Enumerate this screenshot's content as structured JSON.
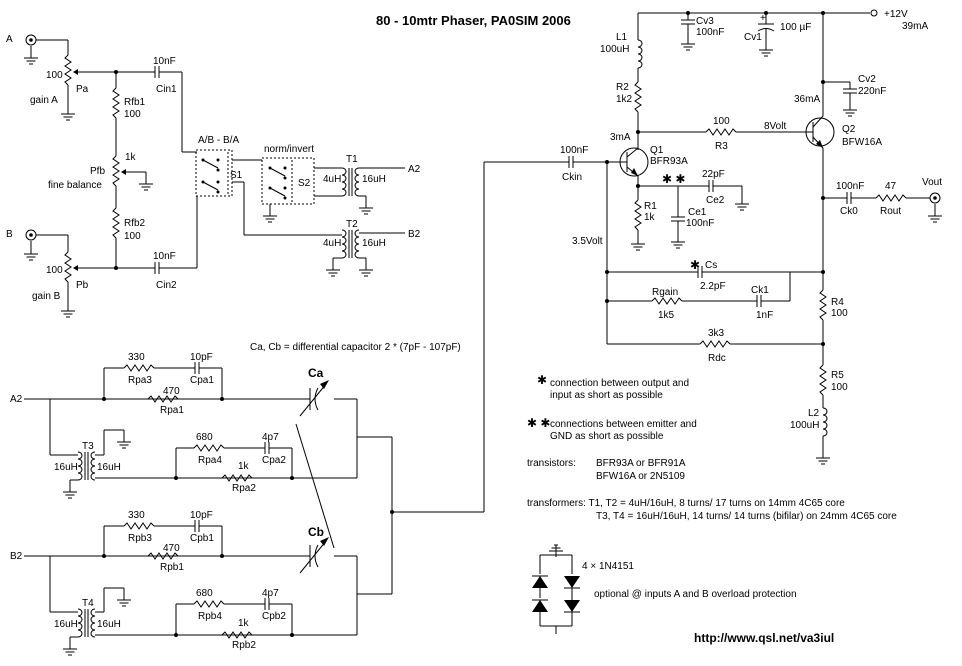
{
  "title": "80 - 10mtr Phaser,  PA0SIM  2006",
  "url": "http://www.qsl.net/va3iul",
  "supply": {
    "voltage": "+12V",
    "current": "39mA"
  },
  "input": {
    "A": "A",
    "B": "B",
    "Pa_value": "100",
    "Pa": "Pa",
    "gainA": "gain A",
    "Pb_value": "100",
    "Pb": "Pb",
    "gainB": "gain B",
    "Rfb1": "Rfb1",
    "Rfb1_value": "100",
    "Rfb2": "Rfb2",
    "Rfb2_value": "100",
    "Pfb": "Pfb",
    "Pfb_value": "1k",
    "fine_balance": "fine balance",
    "Cin1_value": "10nF",
    "Cin1": "Cin1",
    "Cin2_value": "10nF",
    "Cin2": "Cin2",
    "ab_switch": "A/B - B/A",
    "S1": "S1",
    "norm_invert": "norm/invert",
    "S2": "S2",
    "T1": "T1",
    "T2": "T2",
    "T1_pri": "4uH",
    "T1_sec": "16uH",
    "T2_pri": "4uH",
    "T2_sec": "16uH",
    "A2": "A2",
    "B2": "B2"
  },
  "amp": {
    "L1": "L1",
    "L1_value": "100uH",
    "Cv3": "Cv3",
    "Cv3_value": "100nF",
    "Cv1": "Cv1",
    "Cv1_value": "100 µF",
    "R2": "R2",
    "R2_value": "1k2",
    "I_Q1": "3mA",
    "R3_value": "100",
    "R3": "R3",
    "V_Q2": "8Volt",
    "Cv2": "Cv2",
    "Cv2_value": "220nF",
    "I_Q2": "36mA",
    "Q2": "Q2",
    "Q2_type": "BFW16A",
    "Q1": "Q1",
    "Q1_type": "BFR93A",
    "Ckin_value": "100nF",
    "Ckin": "Ckin",
    "Ce2_value": "22pF",
    "Ce2": "Ce2",
    "R1": "R1",
    "R1_value": "1k",
    "Ce1": "Ce1",
    "Ce1_value": "100nF",
    "V_Q1": "3.5Volt",
    "Ck0_value": "100nF",
    "Ck0": "Ck0",
    "Rout_value": "47",
    "Rout": "Rout",
    "Vout": "Vout",
    "Cs": "Cs",
    "Cs_value": "2.2pF",
    "Rgain": "Rgain",
    "Rgain_value": "1k5",
    "Ck1": "Ck1",
    "Ck1_value": "1nF",
    "R4": "R4",
    "R4_value": "100",
    "Rdc_value": "3k3",
    "Rdc": "Rdc",
    "R5": "R5",
    "R5_value": "100",
    "L2": "L2",
    "L2_value": "100uH"
  },
  "phase_net_a": {
    "A2": "A2",
    "Rpa3_value": "330",
    "Rpa3": "Rpa3",
    "Cpa1_value": "10pF",
    "Cpa1": "Cpa1",
    "Rpa1_value": "470",
    "Rpa1": "Rpa1",
    "Ca": "Ca",
    "T3": "T3",
    "T3_l": "16uH",
    "T3_r": "16uH",
    "Rpa4_value": "680",
    "Rpa4": "Rpa4",
    "Cpa2_value": "4p7",
    "Cpa2": "Cpa2",
    "Rpa2_value": "1k",
    "Rpa2": "Rpa2"
  },
  "phase_net_b": {
    "B2": "B2",
    "Rpb3_value": "330",
    "Rpb3": "Rpb3",
    "Cpb1_value": "10pF",
    "Cpb1": "Cpb1",
    "Rpb1_value": "470",
    "Rpb1": "Rpb1",
    "Cb": "Cb",
    "T4": "T4",
    "T4_l": "16uH",
    "T4_r": "16uH",
    "Rpb4_value": "680",
    "Rpb4": "Rpb4",
    "Cpb2_value": "4p7",
    "Cpb2": "Cpb2",
    "Rpb2_value": "1k",
    "Rpb2": "Rpb2"
  },
  "notes": {
    "diff_cap": "Ca, Cb = differential capacitor 2 * (7pF - 107pF)",
    "star1": "connection between output and",
    "star1b": "input as short as possible",
    "star2": "connections between emitter and",
    "star2b": "GND as short as possible",
    "trans_label": "transistors:",
    "trans1": "BFR93A  or  BFR91A",
    "trans2": "BFW16A or  2N5109",
    "xfmr1": "transformers:  T1, T2 = 4uH/16uH,  8 turns/ 17 turns on 14mm 4C65 core",
    "xfmr2": "T3, T4 = 16uH/16uH,  14 turns/ 14 turns (bifilar) on 24mm 4C65 core",
    "diodes": "4 × 1N4151",
    "protection": "optional @ inputs A and B overload protection"
  }
}
